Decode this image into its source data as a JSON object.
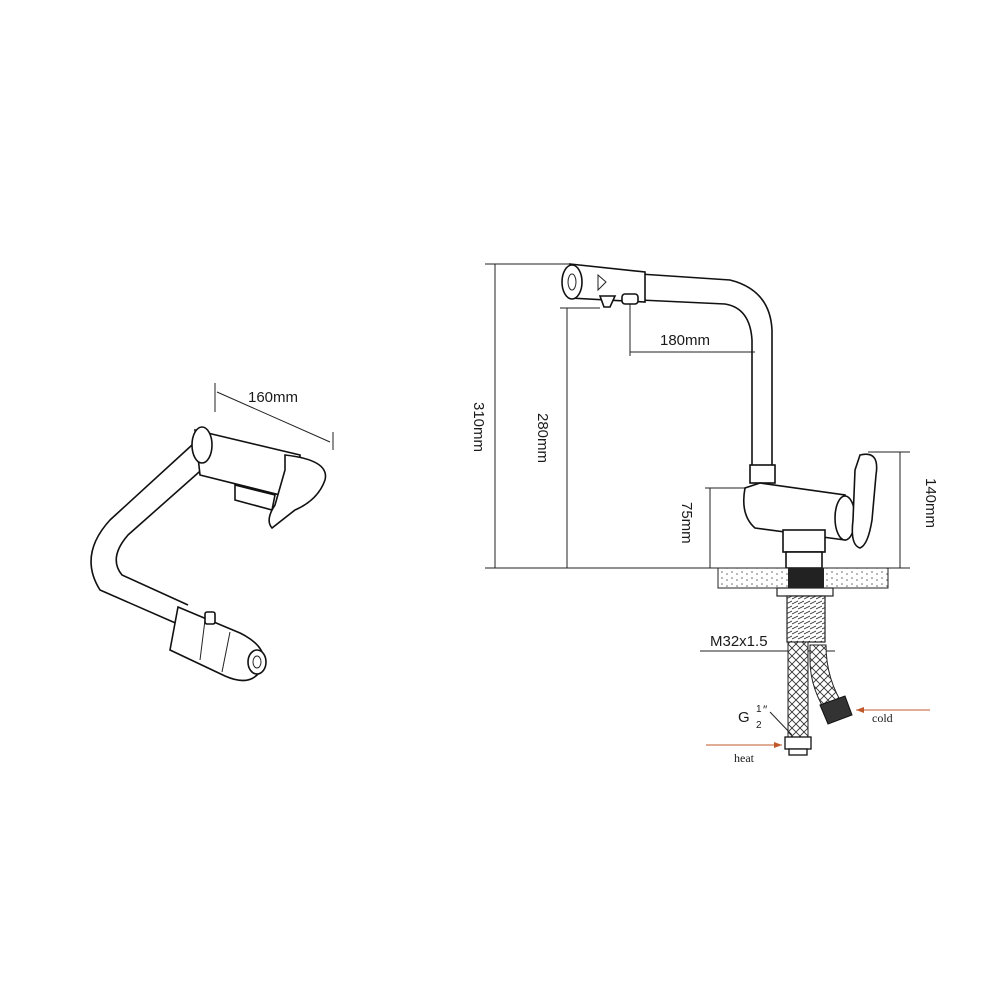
{
  "dimensions": {
    "top_view_width": "160mm",
    "total_height": "310mm",
    "spout_height": "280mm",
    "spout_reach": "180mm",
    "body_height": "75mm",
    "handle_height": "140mm",
    "thread_size": "M32x1.5",
    "hose_thread_letter": "G",
    "hose_thread_num": "1",
    "hose_thread_den": "2",
    "hose_thread_mark": "″"
  },
  "labels": {
    "cold": "cold",
    "heat": "heat"
  },
  "colors": {
    "line": "#111111",
    "arrow": "#c0582a"
  }
}
